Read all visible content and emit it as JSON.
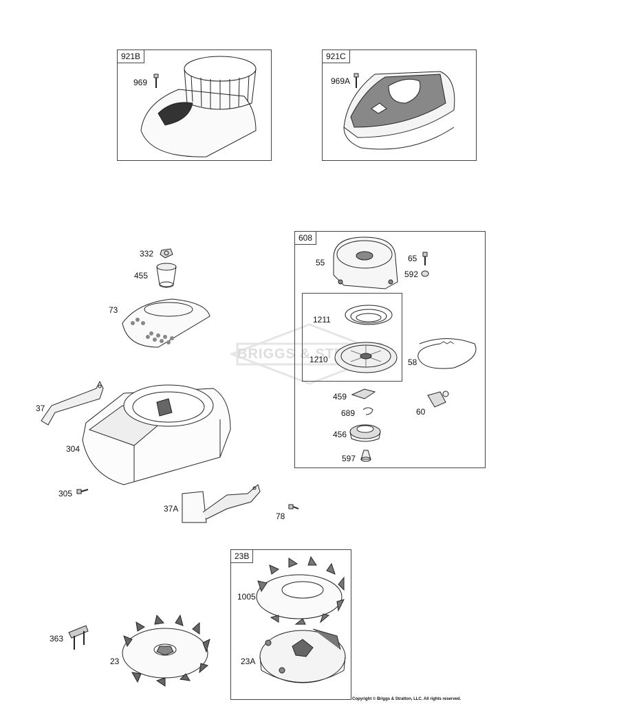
{
  "boxes": {
    "b921b": "921B",
    "b921c": "921C",
    "b608": "608",
    "b23b": "23B"
  },
  "labels": {
    "l969": "969",
    "l969a": "969A",
    "l332": "332",
    "l455": "455",
    "l73": "73",
    "l37": "37",
    "l304": "304",
    "l305": "305",
    "l37a": "37A",
    "l78": "78",
    "l55": "55",
    "l65": "65",
    "l592": "592",
    "l1211": "1211",
    "l1210": "1210",
    "l58": "58",
    "l459": "459",
    "l60": "60",
    "l689": "689",
    "l456": "456",
    "l597": "597",
    "l1005": "1005",
    "l23a": "23A",
    "l363": "363",
    "l23": "23"
  },
  "watermark": "BRIGGS & STRATTON",
  "copyright": "Copyright © Briggs & Stratton, LLC. All rights reserved."
}
